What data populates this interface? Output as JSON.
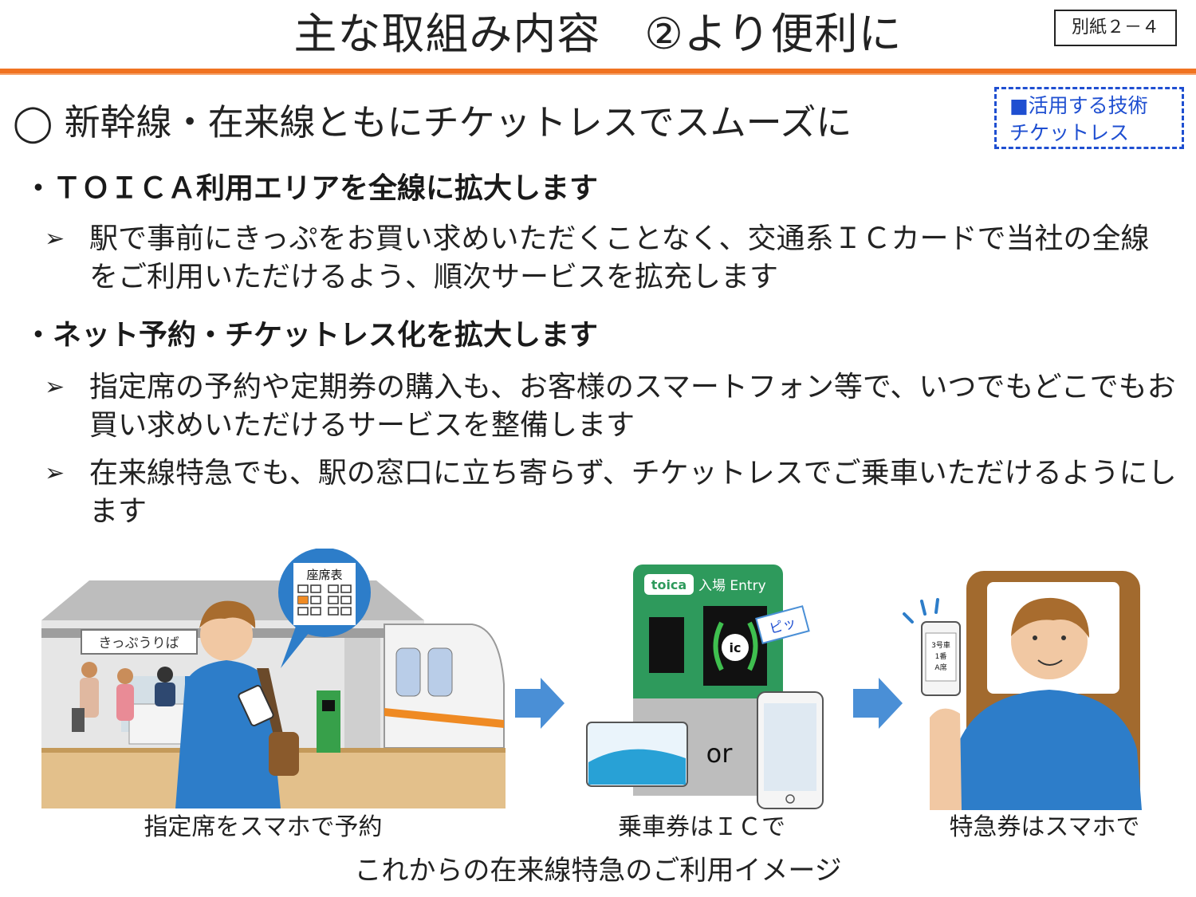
{
  "header": {
    "title": "主な取組み内容　②より便利に",
    "doc_ref": "別紙２－４",
    "accent_color": "#f07321"
  },
  "subheading": "◯ 新幹線・在来線ともにチケットレスでスムーズに",
  "tech_box": {
    "line1": "■活用する技術",
    "line2": "チケットレス",
    "color": "#1f4fd1"
  },
  "sections": [
    {
      "heading": "・ＴＯＩＣＡ利用エリアを全線に拡大します",
      "items": [
        "駅で事前にきっぷをお買い求めいただくことなく、交通系ＩＣカードで当社の全線をご利用いただけるよう、順次サービスを拡充します"
      ]
    },
    {
      "heading": "・ネット予約・チケットレス化を拡大します",
      "items": [
        "指定席の予約や定期券の購入も、お客様のスマートフォン等で、いつでもどこでもお買い求めいただけるサービスを整備します",
        "在来線特急でも、駅の窓口に立ち寄らず、チケットレスでご乗車いただけるようにします"
      ]
    }
  ],
  "bullet_mark": "➢",
  "illustrations": {
    "station_sign": "きっぷうりば",
    "seat_map_label": "座席表",
    "gate_header": "入場 Entry",
    "gate_sound": "ピッ",
    "or_label": "or",
    "ticket_screen": [
      "3号車",
      "1番",
      "A席"
    ],
    "arrow_color": "#4a8fd6"
  },
  "captions": {
    "step1": "指定席をスマホで予約",
    "step2": "乗車券はＩＣで",
    "step3": "特急券はスマホで",
    "main": "これからの在来線特急のご利用イメージ"
  }
}
